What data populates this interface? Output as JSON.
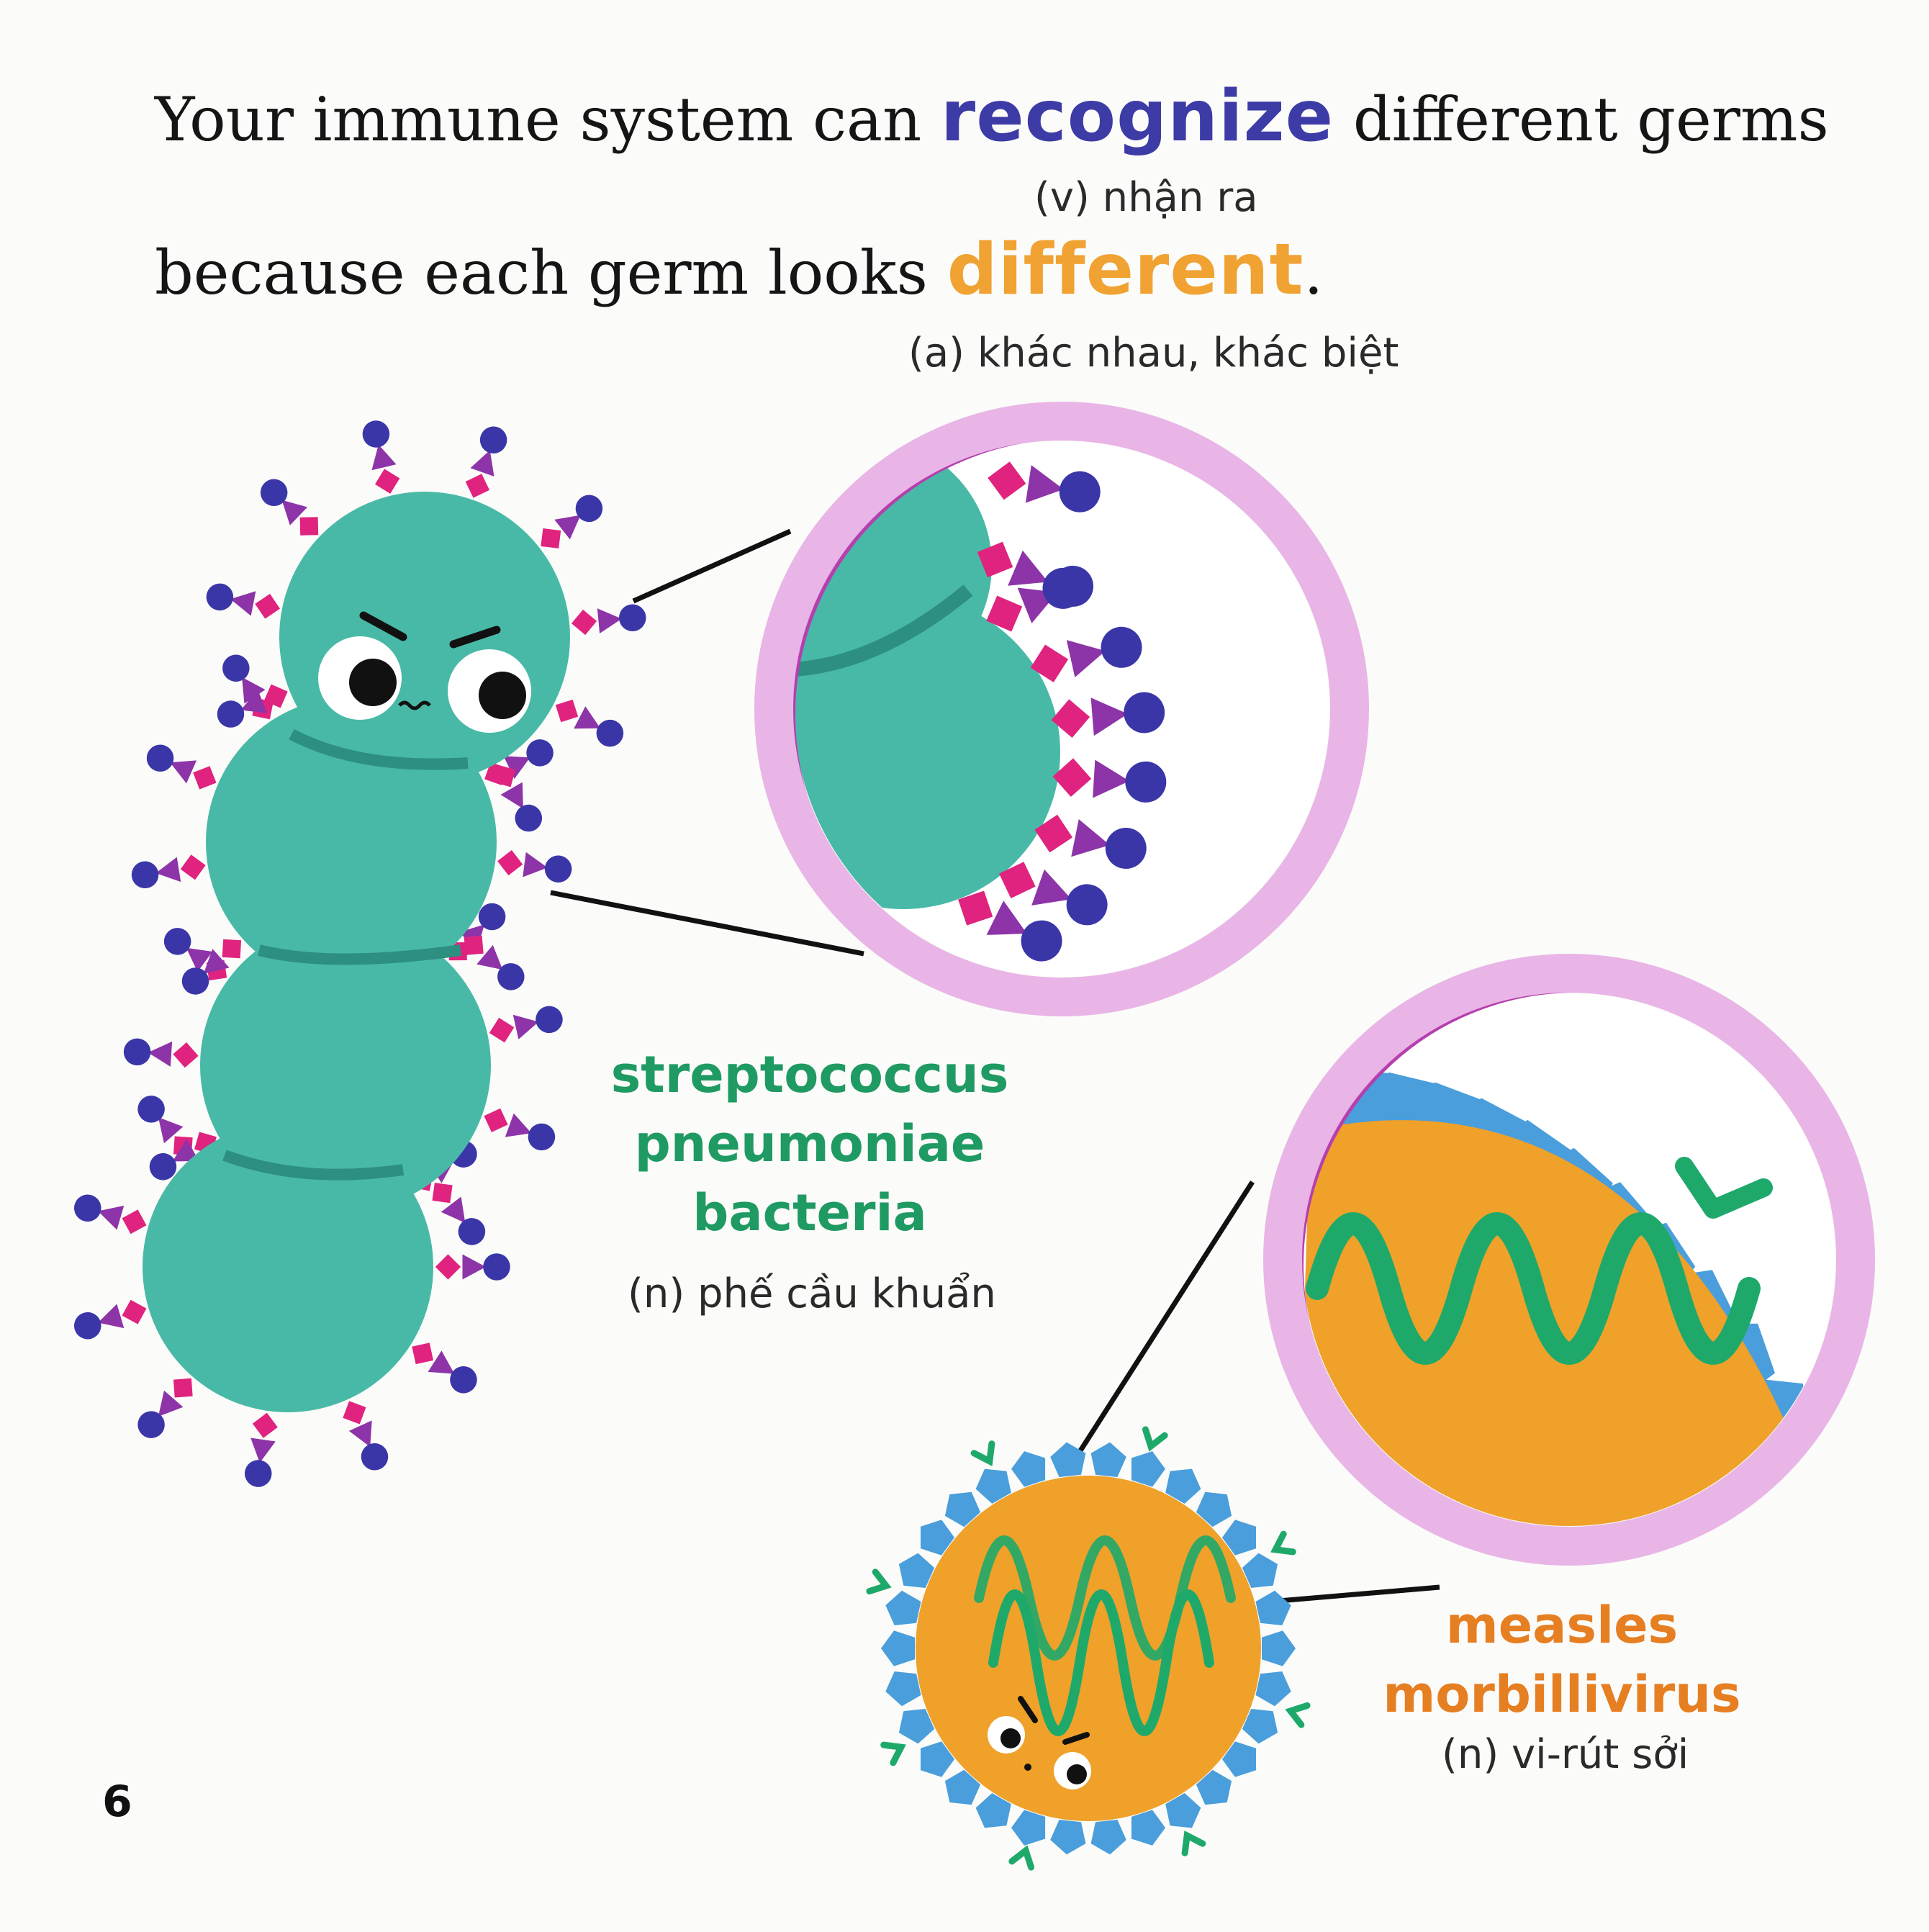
{
  "sentence": {
    "line1_before": "Your immune system can ",
    "keyword1": "recognize",
    "line1_after": " different germs",
    "keyword1_gloss": "(v) nhận ra",
    "line2_before": "because each germ looks ",
    "keyword2": "different",
    "line2_after": ".",
    "keyword2_gloss": "(a) khác nhau, khác biệt"
  },
  "bacteria": {
    "name_lines": [
      "streptococcus",
      "pneumoniae",
      "bacteria"
    ],
    "translation": "(n) phế cầu khuẩn"
  },
  "virus": {
    "name_lines": [
      "measles",
      "morbillivirus"
    ],
    "translation": "(n) vi-rút sởi"
  },
  "page_number": "6",
  "colors": {
    "bacteria_teal": "#49b9a7",
    "bacteria_seam": "#2d8f80",
    "protein_magenta": "#e0237f",
    "protein_purple": "#8d34a8",
    "protein_navy": "#3a36a8",
    "lens_ring": "#e8b5e6",
    "lens_ring_dark": "#b63fae",
    "virus_orange": "#efa12a",
    "virus_blue": "#4a9edb",
    "virus_green": "#1ea96b",
    "keyword_blue": "#3d3ba6",
    "keyword_orange": "#f0a232",
    "label_green": "#1f9a63",
    "label_orange": "#e67e22"
  }
}
